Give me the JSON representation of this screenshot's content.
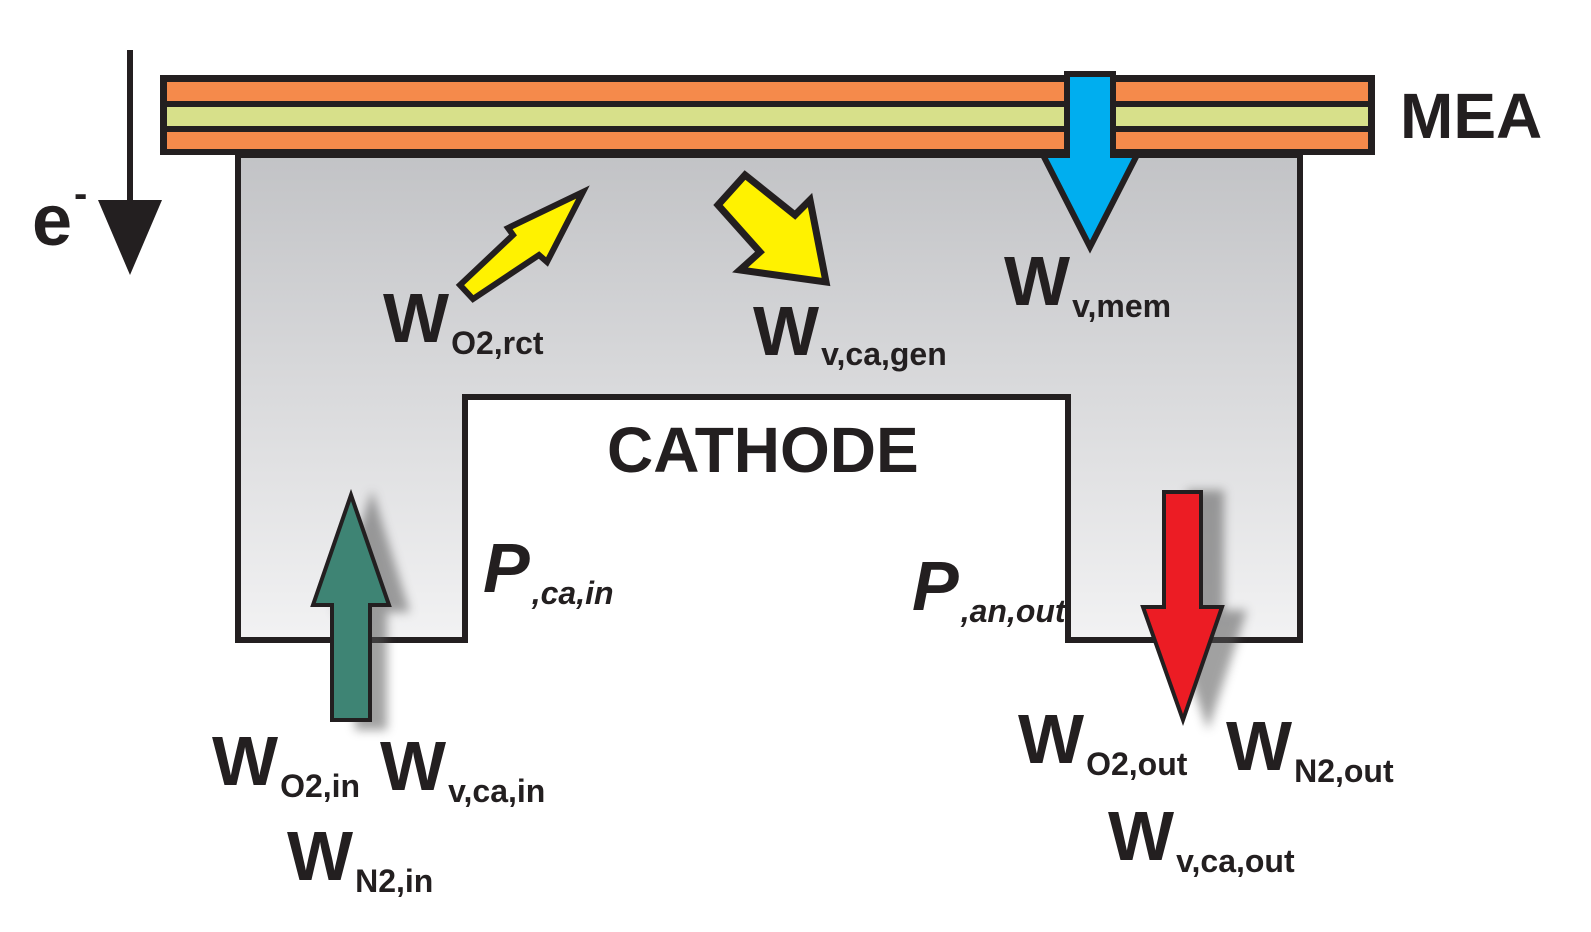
{
  "labels": {
    "mea": "MEA",
    "cathode": "CATHODE",
    "electron": {
      "base": "e",
      "sup": "-"
    }
  },
  "flows": {
    "w_o2_rct": {
      "base": "W",
      "sub": "O2,rct"
    },
    "w_v_ca_gen": {
      "base": "W",
      "sub": "v,ca,gen"
    },
    "w_v_mem": {
      "base": "W",
      "sub": "v,mem"
    },
    "w_o2_in": {
      "base": "W",
      "sub": "O2,in"
    },
    "w_v_ca_in": {
      "base": "W",
      "sub": "v,ca,in"
    },
    "w_n2_in": {
      "base": "W",
      "sub": "N2,in"
    },
    "w_o2_out": {
      "base": "W",
      "sub": "O2,out"
    },
    "w_n2_out": {
      "base": "W",
      "sub": "N2,out"
    },
    "w_v_ca_out": {
      "base": "W",
      "sub": "v,ca,out"
    }
  },
  "pressures": {
    "p_ca_in": {
      "base": "P",
      "sub": ",ca,in"
    },
    "p_an_out": {
      "base": "P",
      "sub": ",an,out"
    }
  },
  "colors": {
    "outline": "#231f20",
    "mea_orange": "#f58a4b",
    "mea_green": "#d7e08a",
    "cathode_gray_top": "#c2c3c6",
    "cathode_gray_bottom": "#f2f2f3",
    "arrow_inlet": "#3e8474",
    "arrow_outlet": "#ec1c24",
    "arrow_membrane": "#00aeef",
    "arrow_reaction": "#fff200"
  }
}
